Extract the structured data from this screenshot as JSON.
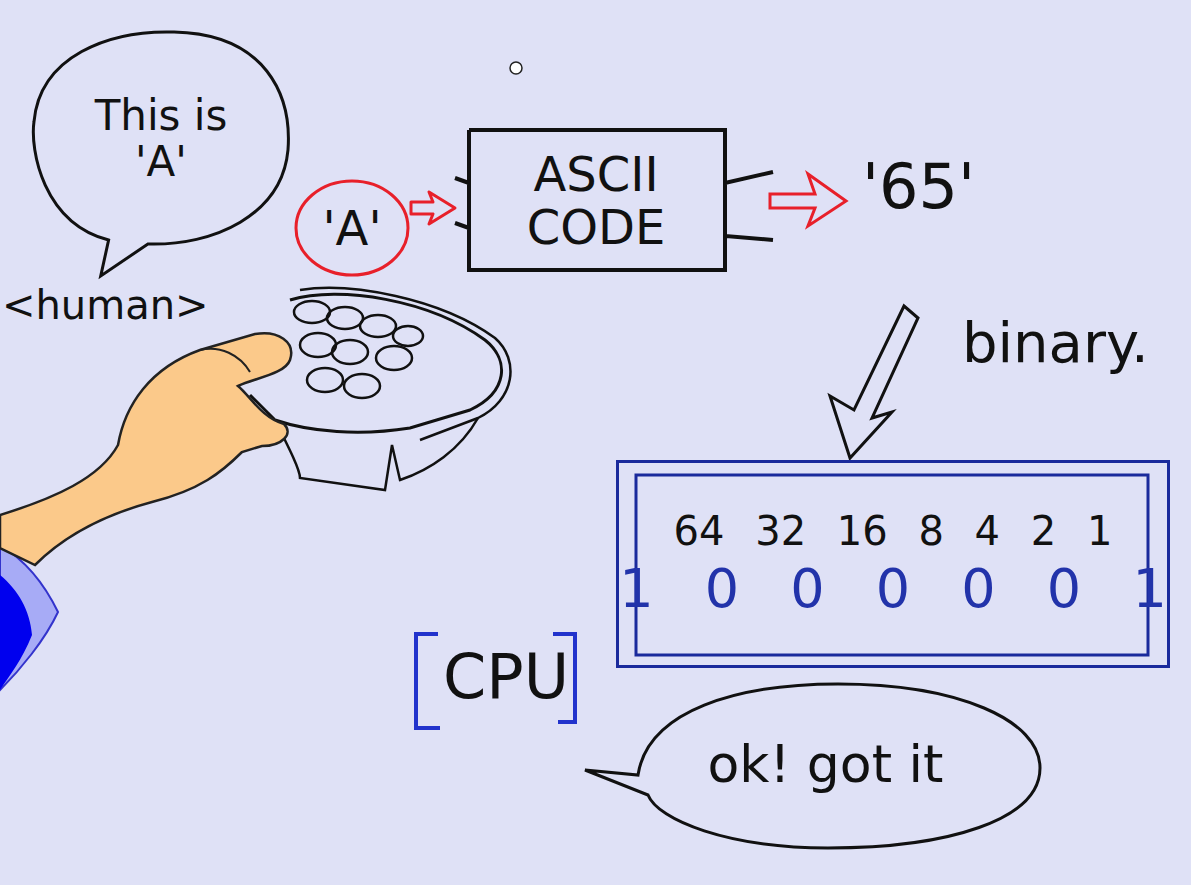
{
  "diagram": {
    "nodes": [
      {
        "text": [
          "This is 'A'"
        ]
      },
      {
        "text": [
          "'A'"
        ]
      },
      {
        "text": [
          "ASCII CODE"
        ]
      },
      {
        "text": [
          "64 32 16 8 4 2 1",
          "1 0 0 0 0 0 1"
        ]
      },
      {
        "text": [
          "ok! got it"
        ]
      }
    ],
    "edges": [
      {
        "from": 1,
        "to": 2,
        "arrow": "to"
      }
    ],
    "labels": [
      "<human>",
      "'65'",
      "binary.",
      "CPU"
    ]
  }
}
